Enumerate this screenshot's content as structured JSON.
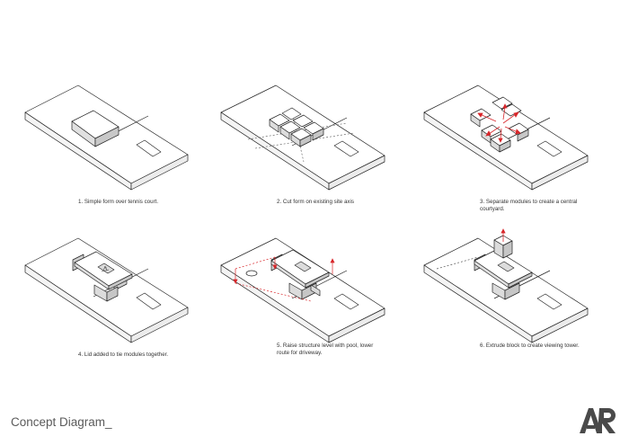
{
  "diagram": {
    "accent_color": "#d8262a",
    "steps": [
      {
        "caption_lines": [
          "1. Simple form over tennis court."
        ]
      },
      {
        "caption_lines": [
          "2. Cut form on existing site axis"
        ]
      },
      {
        "caption_lines": [
          "3. Separate modules to create a central",
          "courtyard."
        ]
      },
      {
        "caption_lines": [
          "4. Lid added to tie modules together."
        ]
      },
      {
        "caption_lines": [
          "5. Raise structure level with pool, lower",
          "route for driveway."
        ]
      },
      {
        "caption_lines": [
          "6. Extrude block to create viewing tower."
        ]
      }
    ]
  },
  "footer": {
    "title": "Concept Diagram_",
    "logo_text": "AR"
  }
}
